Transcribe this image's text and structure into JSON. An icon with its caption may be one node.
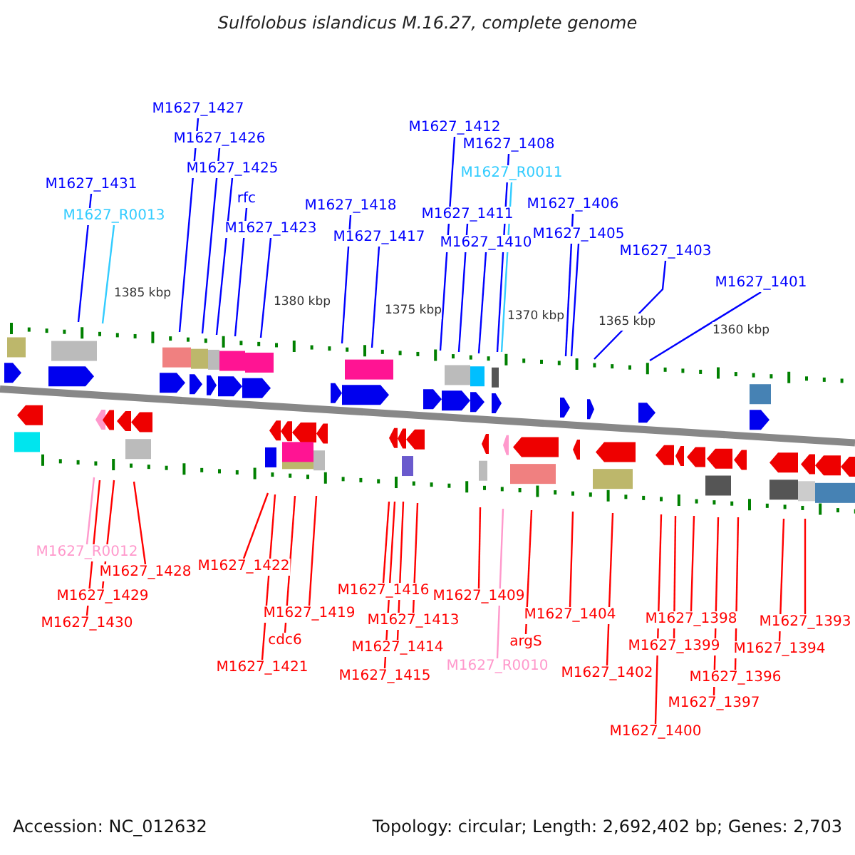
{
  "diagram": {
    "title": "Sulfolobus islandicus M.16.27, complete genome",
    "nodes": [
      {
        "text": [
          "M1627_1431"
        ]
      },
      {
        "text": [
          "M1627_R0013"
        ]
      },
      {
        "text": [
          "M1627_1427"
        ]
      },
      {
        "text": [
          "M1627_1426"
        ]
      },
      {
        "text": [
          "M1627_1425"
        ]
      },
      {
        "text": [
          "rfc"
        ]
      },
      {
        "text": [
          "M1627_1423"
        ]
      },
      {
        "text": [
          "M1627_1418"
        ]
      },
      {
        "text": [
          "M1627_1417"
        ]
      },
      {
        "text": [
          "M1627_1412"
        ]
      },
      {
        "text": [
          "M1627_1408"
        ]
      },
      {
        "text": [
          "M1627_R0011"
        ]
      },
      {
        "text": [
          "M1627_1411"
        ]
      },
      {
        "text": [
          "M1627_1410"
        ]
      },
      {
        "text": [
          "M1627_1406"
        ]
      },
      {
        "text": [
          "M1627_1405"
        ]
      },
      {
        "text": [
          "M1627_1403"
        ]
      },
      {
        "text": [
          "M1627_1401"
        ]
      },
      {
        "text": [
          "M1627_R0012"
        ]
      },
      {
        "text": [
          "M1627_1428"
        ]
      },
      {
        "text": [
          "M1627_1429"
        ]
      },
      {
        "text": [
          "M1627_1430"
        ]
      },
      {
        "text": [
          "M1627_1422"
        ]
      },
      {
        "text": [
          "M1627_1419"
        ]
      },
      {
        "text": [
          "cdc6"
        ]
      },
      {
        "text": [
          "M1627_1421"
        ]
      },
      {
        "text": [
          "M1627_1416"
        ]
      },
      {
        "text": [
          "M1627_1413"
        ]
      },
      {
        "text": [
          "M1627_1414"
        ]
      },
      {
        "text": [
          "M1627_1415"
        ]
      },
      {
        "text": [
          "M1627_1409"
        ]
      },
      {
        "text": [
          "M1627_R0010"
        ]
      },
      {
        "text": [
          "M1627_1404"
        ]
      },
      {
        "text": [
          "argS"
        ]
      },
      {
        "text": [
          "M1627_1402"
        ]
      },
      {
        "text": [
          "M1627_1400"
        ]
      },
      {
        "text": [
          "M1627_1399"
        ]
      },
      {
        "text": [
          "M1627_1398"
        ]
      },
      {
        "text": [
          "M1627_1397"
        ]
      },
      {
        "text": [
          "M1627_1396"
        ]
      },
      {
        "text": [
          "M1627_1394"
        ]
      },
      {
        "text": [
          "M1627_1393"
        ]
      }
    ],
    "edges": [
      {
        "from": 0,
        "to": null,
        "arrow": "none",
        "color": "#0000ff"
      },
      {
        "from": 1,
        "to": null,
        "arrow": "none",
        "color": "#33ccff"
      },
      {
        "from": 2,
        "to": null,
        "arrow": "none",
        "color": "#0000ff"
      },
      {
        "from": 3,
        "to": null,
        "arrow": "none",
        "color": "#0000ff"
      },
      {
        "from": 4,
        "to": null,
        "arrow": "none",
        "color": "#0000ff"
      },
      {
        "from": 5,
        "to": null,
        "arrow": "none",
        "color": "#0000ff"
      },
      {
        "from": 6,
        "to": null,
        "arrow": "none",
        "color": "#0000ff"
      },
      {
        "from": 7,
        "to": null,
        "arrow": "none",
        "color": "#0000ff"
      },
      {
        "from": 8,
        "to": null,
        "arrow": "none",
        "color": "#0000ff"
      },
      {
        "from": 9,
        "to": null,
        "arrow": "none",
        "color": "#0000ff"
      },
      {
        "from": 10,
        "to": null,
        "arrow": "none",
        "color": "#0000ff"
      },
      {
        "from": 11,
        "to": null,
        "arrow": "none",
        "color": "#33ccff"
      },
      {
        "from": 12,
        "to": null,
        "arrow": "none",
        "color": "#0000ff"
      },
      {
        "from": 13,
        "to": null,
        "arrow": "none",
        "color": "#0000ff"
      },
      {
        "from": 14,
        "to": null,
        "arrow": "none",
        "color": "#0000ff"
      },
      {
        "from": 15,
        "to": null,
        "arrow": "none",
        "color": "#0000ff"
      },
      {
        "from": 16,
        "to": null,
        "arrow": "none",
        "color": "#0000ff"
      },
      {
        "from": 17,
        "to": null,
        "arrow": "none",
        "color": "#0000ff"
      },
      {
        "from": 18,
        "to": null,
        "arrow": "none",
        "color": "#ff99cc"
      },
      {
        "from": 19,
        "to": null,
        "arrow": "none",
        "color": "#ff0000"
      },
      {
        "from": 20,
        "to": null,
        "arrow": "none",
        "color": "#ff0000"
      },
      {
        "from": 21,
        "to": null,
        "arrow": "none",
        "color": "#ff0000"
      },
      {
        "from": 22,
        "to": null,
        "arrow": "none",
        "color": "#ff0000"
      },
      {
        "from": 23,
        "to": null,
        "arrow": "none",
        "color": "#ff0000"
      },
      {
        "from": 24,
        "to": null,
        "arrow": "none",
        "color": "#ff0000"
      },
      {
        "from": 25,
        "to": null,
        "arrow": "none",
        "color": "#ff0000"
      },
      {
        "from": 26,
        "to": null,
        "arrow": "none",
        "color": "#ff0000"
      },
      {
        "from": 27,
        "to": null,
        "arrow": "none",
        "color": "#ff0000"
      },
      {
        "from": 28,
        "to": null,
        "arrow": "none",
        "color": "#ff0000"
      },
      {
        "from": 29,
        "to": null,
        "arrow": "none",
        "color": "#ff0000"
      },
      {
        "from": 30,
        "to": null,
        "arrow": "none",
        "color": "#ff0000"
      },
      {
        "from": 31,
        "to": null,
        "arrow": "none",
        "color": "#ff99cc"
      },
      {
        "from": 32,
        "to": null,
        "arrow": "none",
        "color": "#ff0000"
      },
      {
        "from": 33,
        "to": null,
        "arrow": "none",
        "color": "#ff0000"
      },
      {
        "from": 34,
        "to": null,
        "arrow": "none",
        "color": "#ff0000"
      },
      {
        "from": 35,
        "to": null,
        "arrow": "none",
        "color": "#ff0000"
      },
      {
        "from": 36,
        "to": null,
        "arrow": "none",
        "color": "#ff0000"
      },
      {
        "from": 37,
        "to": null,
        "arrow": "none",
        "color": "#ff0000"
      },
      {
        "from": 38,
        "to": null,
        "arrow": "none",
        "color": "#ff0000"
      },
      {
        "from": 39,
        "to": null,
        "arrow": "none",
        "color": "#ff0000"
      },
      {
        "from": 40,
        "to": null,
        "arrow": "none",
        "color": "#ff0000"
      },
      {
        "from": 41,
        "to": null,
        "arrow": "none",
        "color": "#ff0000"
      }
    ],
    "labels": [
      "1385 kbp",
      "1380 kbp",
      "1375 kbp",
      "1370 kbp",
      "1365 kbp",
      "1360 kbp",
      "Accession: NC_012632",
      "Topology: circular; Length: 2,692,402 bp; Genes: 2,703"
    ]
  }
}
